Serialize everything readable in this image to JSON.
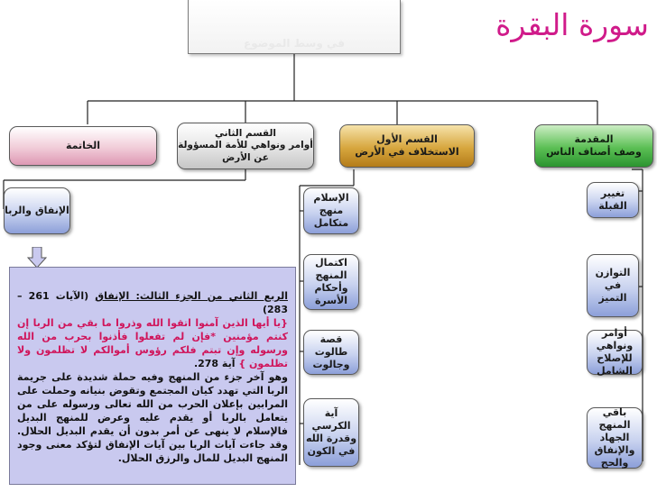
{
  "title": "سورة البقرة",
  "root_box": {
    "text": "في وسط الموضوع"
  },
  "sections": [
    {
      "id": "intro",
      "lines": [
        "المقدمة",
        "وصف أصناف الناس"
      ]
    },
    {
      "id": "first",
      "lines": [
        "القسم الأول",
        "الاستخلاف في الأرض"
      ]
    },
    {
      "id": "second",
      "lines": [
        "القسم الثاني",
        "أوامر ونواهي للأمة المسؤولة",
        "عن الأرض"
      ]
    },
    {
      "id": "ending",
      "lines": [
        "الخاتمة"
      ]
    }
  ],
  "right_column": [
    {
      "lines": [
        "تغيير القبلة"
      ]
    },
    {
      "lines": [
        "التوازن في",
        "التميز"
      ]
    },
    {
      "lines": [
        "أوامر ونواهي",
        "للإصلاح الشامل"
      ]
    },
    {
      "lines": [
        "باقي المنهج",
        "الجهاد والإنفاق",
        "والحج"
      ]
    }
  ],
  "middle_column": [
    {
      "lines": [
        "الإسلام منهج",
        "متكامل"
      ]
    },
    {
      "lines": [
        "اكتمال المنهج",
        "وأحكام الأسرة"
      ]
    },
    {
      "lines": [
        "قصة",
        "طالوت وجالوت"
      ]
    },
    {
      "lines": [
        "آية الكرسي",
        "وقدرة الله",
        "في الكون"
      ]
    }
  ],
  "left_box": {
    "text": "الإنفاق والربا"
  },
  "detail": {
    "heading_underlined": "الربع الثاني من الجزء الثالث: الإنفاق",
    "heading_verses": "(الآيات 261 – 283)",
    "quote": "{يا أيها الذين آمنوا اتقوا الله وذروا ما بقي من الربا إن كنتم مؤمنين *فإن لم تفعلوا فأذنوا بحرب من الله ورسوله وإن تبتم فلكم رؤوس أموالكم لا تظلمون ولا تظلمون }",
    "quote_ref": "آية 278.",
    "body": "وهو آخر جزء من المنهج وفيه حملة شديدة على جريمة الربا التي تهدد كيان المجتمع وتقوض بنيانه وحملت على المرابين بإعلان الحرب من الله تعالى ورسوله على من يتعامل بالربا أو يقدم عليه وعرض للمنهج البديل فالإسلام لا ينهى عن أمر بدون أن يقدم البديل الحلال. وقد جاءت آيات الربا بين آيات الإنفاق لتؤكد معنى وجود المنهج البديل للمال والرزق الحلال."
  },
  "colors": {
    "title": "#d01b8a",
    "intro_box": "#3ea83f",
    "first_box": "#c8922c",
    "second_box": "#d8d8d8",
    "ending_box": "#e8a8c2",
    "column_boxes": "#a9b6e6",
    "detail_box": "#c9c9ef",
    "quote_text": "#d0145a"
  }
}
